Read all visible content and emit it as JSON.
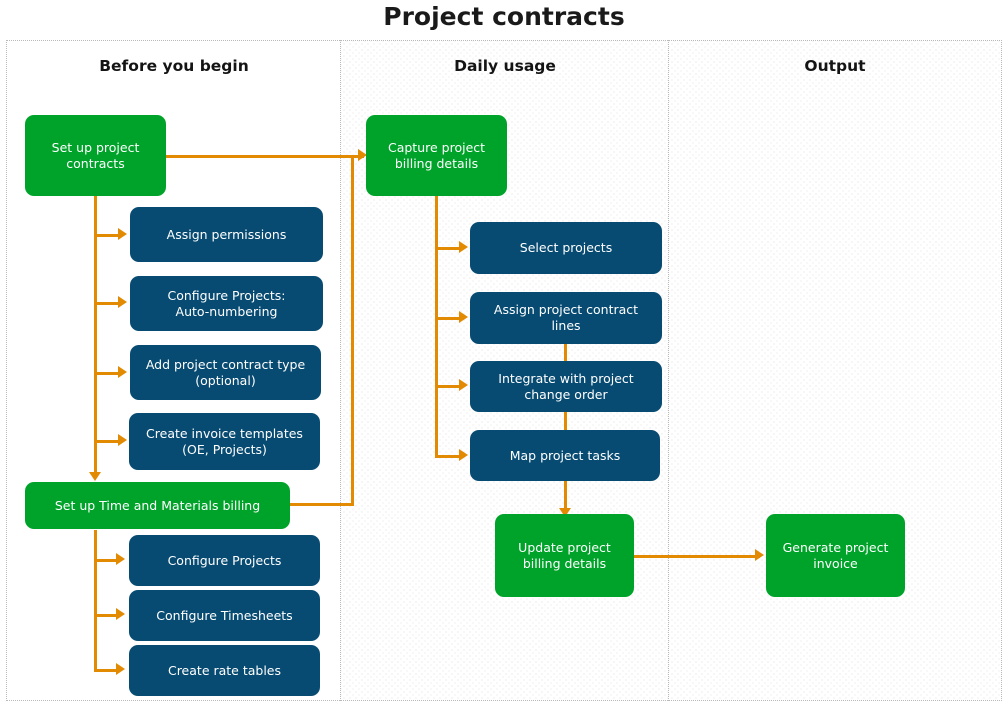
{
  "title": "Project contracts",
  "theme": {
    "green": "#00A32A",
    "navy": "#084B72",
    "orange": "#E18A02",
    "lane_border": "#b9b9b9",
    "title_color": "#1a1a1a",
    "node_text": "#ffffff"
  },
  "lanes": [
    {
      "id": "before-you-begin",
      "title": "Before you begin",
      "shaded": false
    },
    {
      "id": "daily-usage",
      "title": "Daily usage",
      "shaded": true
    },
    {
      "id": "output",
      "title": "Output",
      "shaded": true
    }
  ],
  "nodes": {
    "setup_project_contracts": {
      "label": "Set up project\ncontracts",
      "type": "green",
      "lane": "before-you-begin"
    },
    "assign_permissions": {
      "label": "Assign permissions",
      "type": "navy",
      "lane": "before-you-begin"
    },
    "configure_projects_autonum": {
      "label": "Configure Projects:\nAuto-numbering",
      "type": "navy",
      "lane": "before-you-begin"
    },
    "add_project_contract_type": {
      "label": "Add project contract type\n(optional)",
      "type": "navy",
      "lane": "before-you-begin"
    },
    "create_invoice_templates": {
      "label": "Create invoice templates\n(OE, Projects)",
      "type": "navy",
      "lane": "before-you-begin"
    },
    "setup_tm_billing": {
      "label": "Set up Time and Materials billing",
      "type": "green",
      "lane": "before-you-begin"
    },
    "configure_projects": {
      "label": "Configure Projects",
      "type": "navy",
      "lane": "before-you-begin"
    },
    "configure_timesheets": {
      "label": "Configure Timesheets",
      "type": "navy",
      "lane": "before-you-begin"
    },
    "create_rate_tables": {
      "label": "Create rate tables",
      "type": "navy",
      "lane": "before-you-begin"
    },
    "capture_project_billing": {
      "label": "Capture project\nbilling details",
      "type": "green",
      "lane": "daily-usage"
    },
    "select_projects": {
      "label": "Select projects",
      "type": "navy",
      "lane": "daily-usage"
    },
    "assign_contract_lines": {
      "label": "Assign project contract\nlines",
      "type": "navy",
      "lane": "daily-usage"
    },
    "integrate_change_order": {
      "label": "Integrate with project\nchange order",
      "type": "navy",
      "lane": "daily-usage"
    },
    "map_project_tasks": {
      "label": "Map project tasks",
      "type": "navy",
      "lane": "daily-usage"
    },
    "update_project_billing": {
      "label": "Update project\nbilling details",
      "type": "green",
      "lane": "daily-usage"
    },
    "generate_project_invoice": {
      "label": "Generate project\ninvoice",
      "type": "green",
      "lane": "output"
    }
  },
  "flow_edges": [
    {
      "from": "setup_project_contracts",
      "to": "capture_project_billing"
    },
    {
      "from": "setup_project_contracts",
      "to": "assign_permissions"
    },
    {
      "from": "setup_project_contracts",
      "to": "configure_projects_autonum"
    },
    {
      "from": "setup_project_contracts",
      "to": "add_project_contract_type"
    },
    {
      "from": "setup_project_contracts",
      "to": "create_invoice_templates"
    },
    {
      "from": "setup_project_contracts",
      "to": "setup_tm_billing"
    },
    {
      "from": "setup_tm_billing",
      "to": "configure_projects"
    },
    {
      "from": "setup_tm_billing",
      "to": "configure_timesheets"
    },
    {
      "from": "setup_tm_billing",
      "to": "create_rate_tables"
    },
    {
      "from": "setup_tm_billing",
      "to": "capture_project_billing"
    },
    {
      "from": "capture_project_billing",
      "to": "select_projects"
    },
    {
      "from": "capture_project_billing",
      "to": "assign_contract_lines"
    },
    {
      "from": "capture_project_billing",
      "to": "integrate_change_order"
    },
    {
      "from": "capture_project_billing",
      "to": "map_project_tasks"
    },
    {
      "from": "assign_contract_lines",
      "to": "integrate_change_order"
    },
    {
      "from": "integrate_change_order",
      "to": "map_project_tasks"
    },
    {
      "from": "map_project_tasks",
      "to": "update_project_billing"
    },
    {
      "from": "update_project_billing",
      "to": "generate_project_invoice"
    }
  ]
}
